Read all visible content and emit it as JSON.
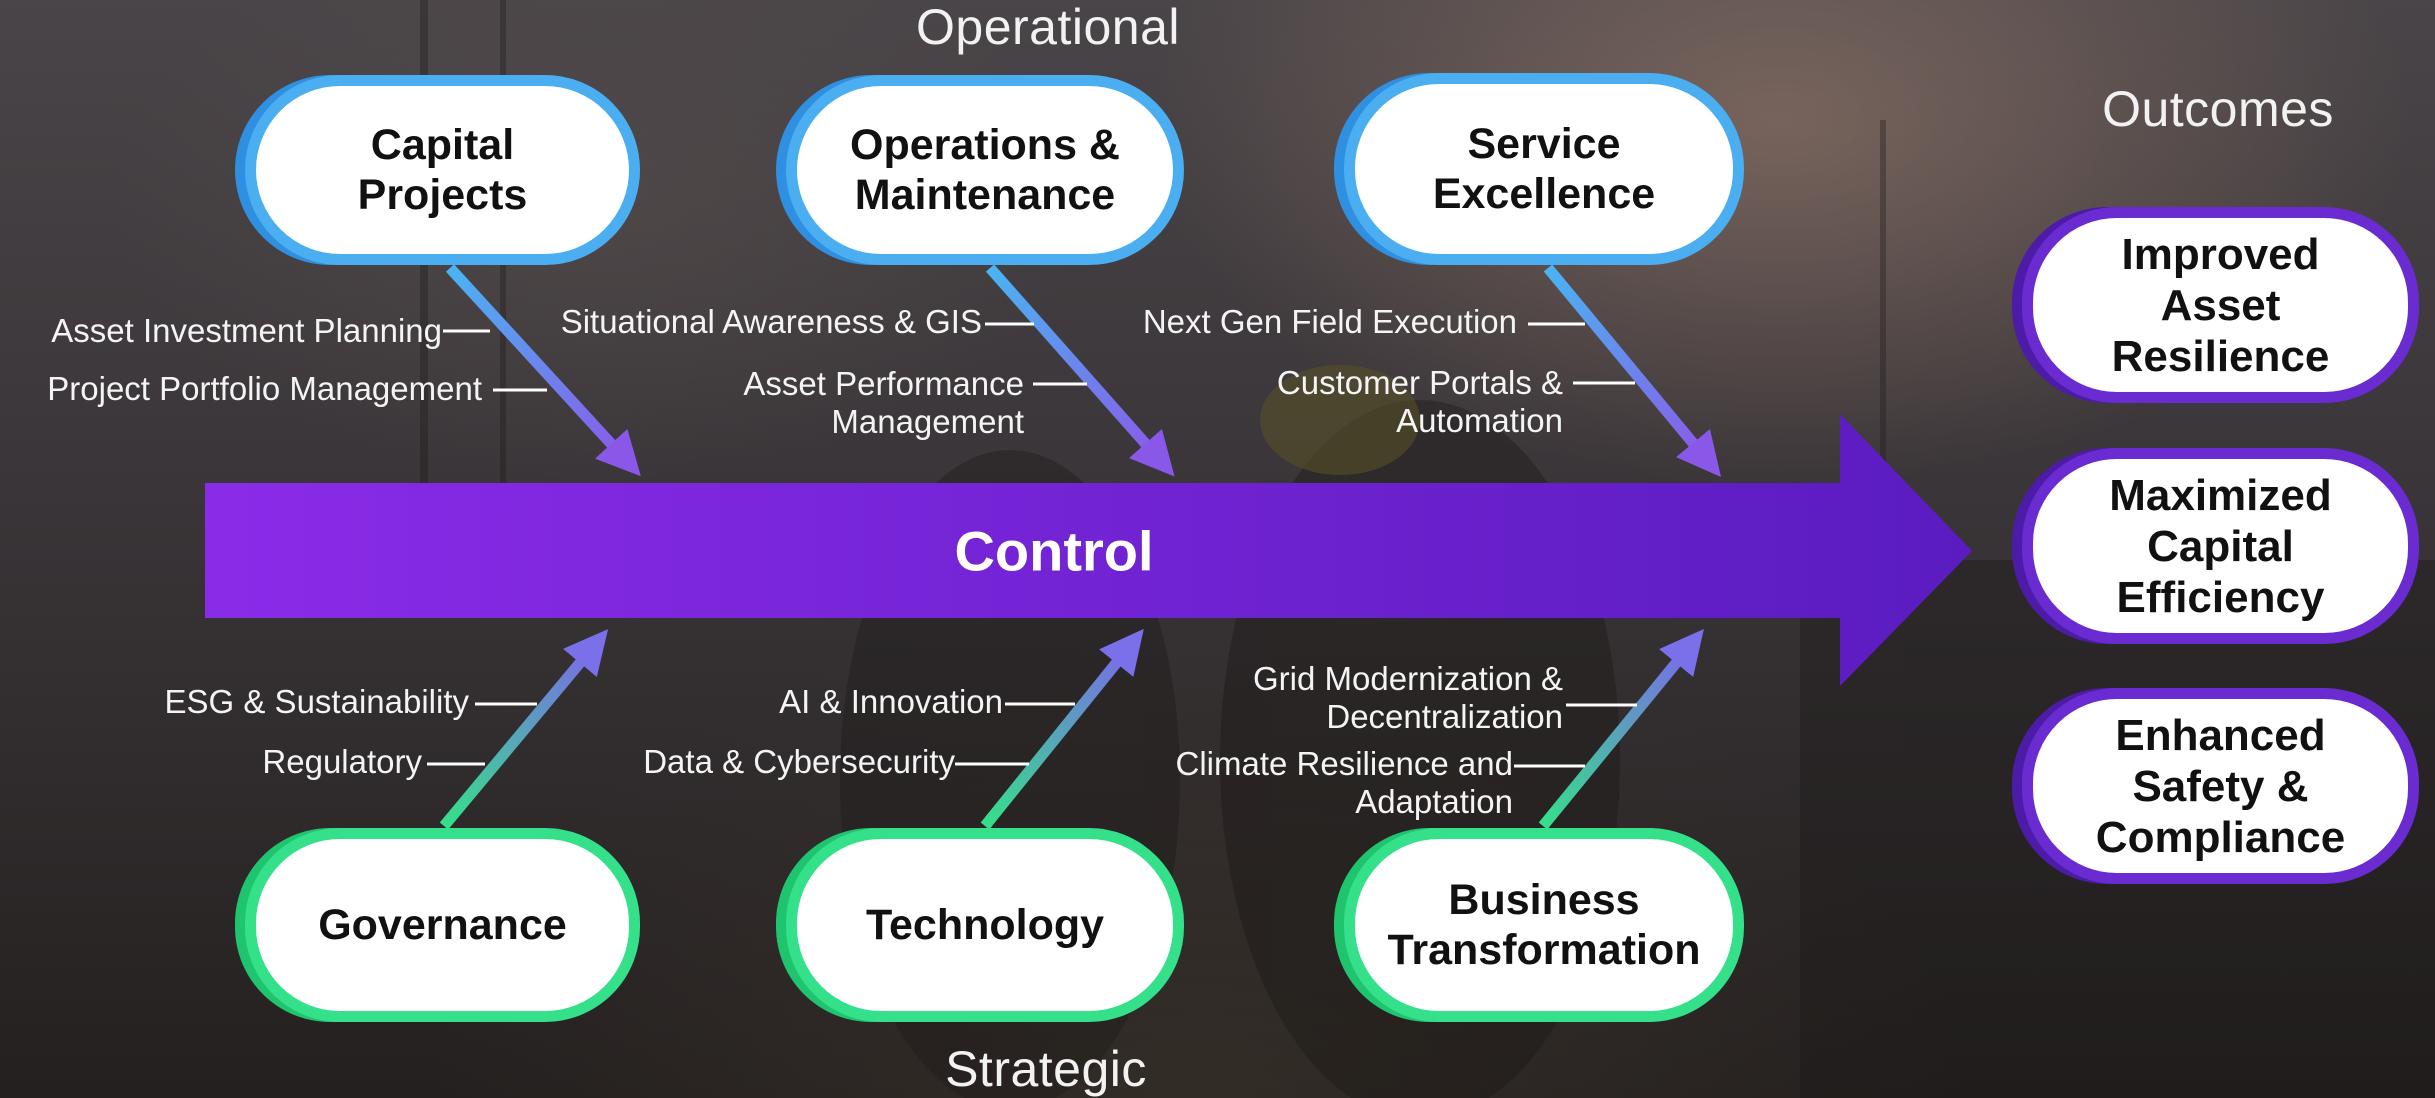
{
  "headings": {
    "top": "Operational",
    "bottom": "Strategic",
    "outcomes": "Outcomes"
  },
  "spine": {
    "label": "Control"
  },
  "categories": {
    "capital_projects": "Capital\nProjects",
    "operations_maintenance": "Operations &\nMaintenance",
    "service_excellence": "Service\nExcellence",
    "governance": "Governance",
    "technology": "Technology",
    "business_transformation": "Business\nTransformation"
  },
  "factors": {
    "asset_investment_planning": "Asset Investment Planning",
    "project_portfolio_management": "Project Portfolio Management",
    "situational_awareness_gis": "Situational Awareness & GIS",
    "asset_performance_management": "Asset Performance\nManagement",
    "next_gen_field_execution": "Next Gen Field Execution",
    "customer_portals_automation": "Customer Portals &\nAutomation",
    "esg_sustainability": "ESG & Sustainability",
    "regulatory": "Regulatory",
    "ai_innovation": "AI & Innovation",
    "data_cybersecurity": "Data & Cybersecurity",
    "grid_modernization": "Grid Modernization &\nDecentralization",
    "climate_resilience": "Climate Resilience and\nAdaptation"
  },
  "outcomes": {
    "improved_asset_resilience": "Improved\nAsset\nResilience",
    "maximized_capital_efficiency": "Maximized\nCapital\nEfficiency",
    "enhanced_safety_compliance": "Enhanced\nSafety &\nCompliance"
  },
  "colors": {
    "operational_accent": "#4aaef0",
    "strategic_accent": "#35e08a",
    "control_accent": "#7a22e0",
    "outcome_accent": "#6a2bd0"
  }
}
